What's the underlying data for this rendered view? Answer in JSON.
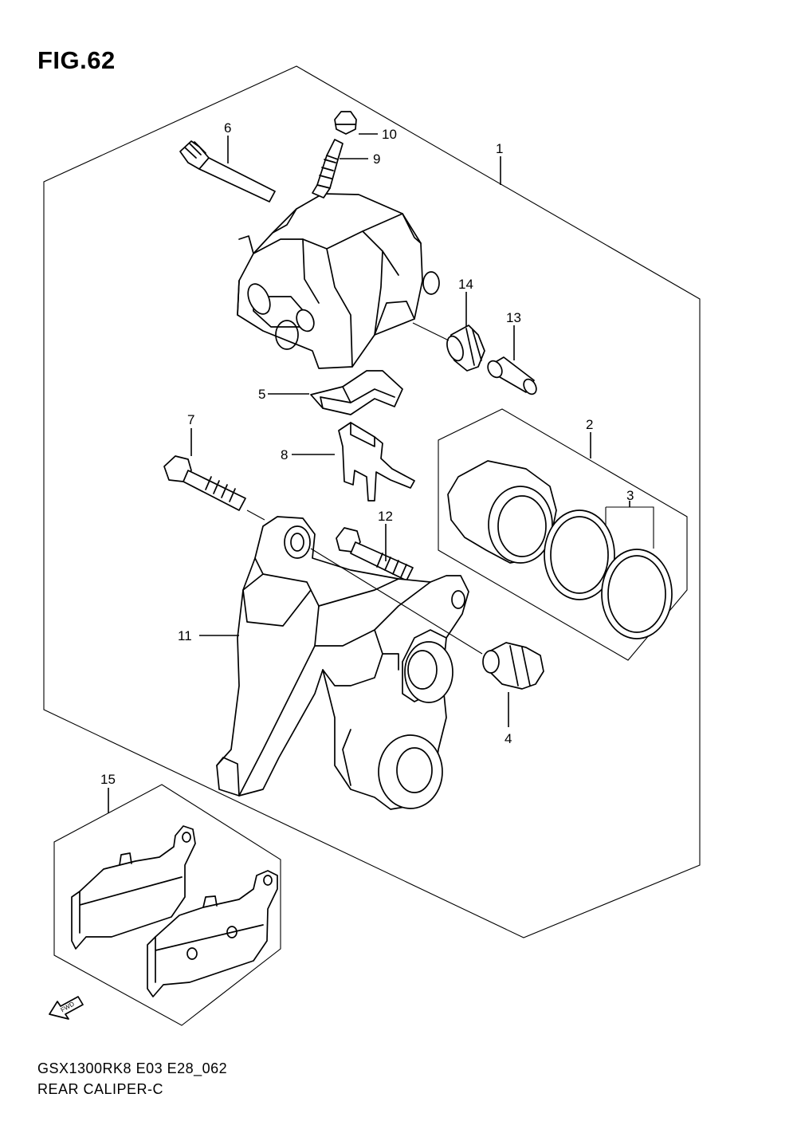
{
  "figure": {
    "title": "FIG.62"
  },
  "footer": {
    "model_code": "GSX1300RK8 E03 E28_062",
    "caption": "REAR CALIPER-C"
  },
  "fwd_label": "FWD",
  "callouts": [
    {
      "id": "1",
      "label": "1"
    },
    {
      "id": "2",
      "label": "2"
    },
    {
      "id": "3",
      "label": "3"
    },
    {
      "id": "4",
      "label": "4"
    },
    {
      "id": "5",
      "label": "5"
    },
    {
      "id": "6",
      "label": "6"
    },
    {
      "id": "7",
      "label": "7"
    },
    {
      "id": "8",
      "label": "8"
    },
    {
      "id": "9",
      "label": "9"
    },
    {
      "id": "10",
      "label": "10"
    },
    {
      "id": "11",
      "label": "11"
    },
    {
      "id": "12",
      "label": "12"
    },
    {
      "id": "13",
      "label": "13"
    },
    {
      "id": "14",
      "label": "14"
    },
    {
      "id": "15",
      "label": "15"
    }
  ]
}
